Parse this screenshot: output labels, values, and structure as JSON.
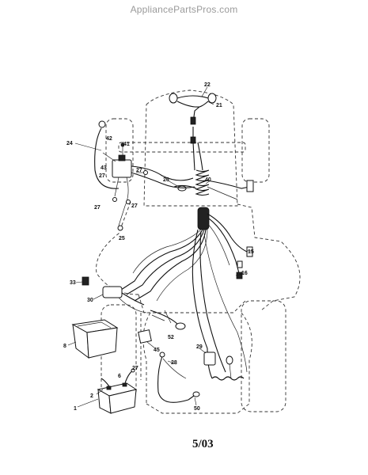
{
  "header": {
    "site": "AppliancePartsPros.com"
  },
  "footer": {
    "date": "5/03"
  },
  "callouts": [
    {
      "id": "c22",
      "text": "22"
    },
    {
      "id": "c21",
      "text": "21"
    },
    {
      "id": "c24",
      "text": "24"
    },
    {
      "id": "c42",
      "text": "42"
    },
    {
      "id": "c41",
      "text": "41"
    },
    {
      "id": "c43",
      "text": "43"
    },
    {
      "id": "c27a",
      "text": "27"
    },
    {
      "id": "c27b",
      "text": "27"
    },
    {
      "id": "c27c",
      "text": "27"
    },
    {
      "id": "c27d",
      "text": "27"
    },
    {
      "id": "c27e",
      "text": "27"
    },
    {
      "id": "c26",
      "text": "26"
    },
    {
      "id": "c40",
      "text": "40"
    },
    {
      "id": "c25",
      "text": "25"
    },
    {
      "id": "c15",
      "text": "15"
    },
    {
      "id": "c16",
      "text": "16"
    },
    {
      "id": "c33",
      "text": "33"
    },
    {
      "id": "c30",
      "text": "30"
    },
    {
      "id": "c8",
      "text": "8"
    },
    {
      "id": "c52",
      "text": "52"
    },
    {
      "id": "c45",
      "text": "45"
    },
    {
      "id": "c28",
      "text": "28"
    },
    {
      "id": "c29",
      "text": "29"
    },
    {
      "id": "c6",
      "text": "6"
    },
    {
      "id": "c2",
      "text": "2"
    },
    {
      "id": "c1",
      "text": "1"
    },
    {
      "id": "c50",
      "text": "50"
    }
  ]
}
